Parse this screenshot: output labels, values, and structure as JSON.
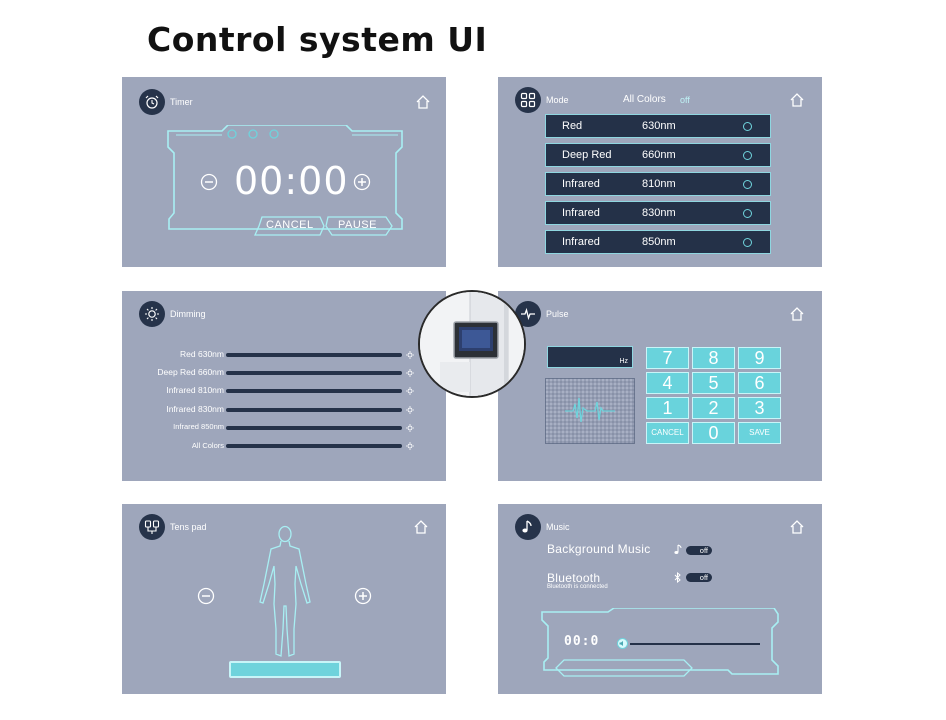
{
  "title": "Control system UI",
  "timer": {
    "label": "Timer",
    "time": "00:00",
    "cancel": "CANCEL",
    "pause": "PAUSE"
  },
  "mode": {
    "label": "Mode",
    "all_colors": "All Colors",
    "all_state": "off",
    "rows": [
      {
        "name": "Red",
        "wavelength": "630nm"
      },
      {
        "name": "Deep Red",
        "wavelength": "660nm"
      },
      {
        "name": "Infrared",
        "wavelength": "810nm"
      },
      {
        "name": "Infrared",
        "wavelength": "830nm"
      },
      {
        "name": "Infrared",
        "wavelength": "850nm"
      }
    ]
  },
  "dimming": {
    "label": "Dimming",
    "rows": [
      {
        "label": "Red 630nm"
      },
      {
        "label": "Deep Red 660nm"
      },
      {
        "label": "Infrared 810nm"
      },
      {
        "label": "Infrared 830nm"
      },
      {
        "label": "Infrared 850nm"
      },
      {
        "label": "All Colors"
      }
    ]
  },
  "pulse": {
    "label": "Pulse",
    "unit": "Hz",
    "keys": [
      "7",
      "8",
      "9",
      "4",
      "5",
      "6",
      "1",
      "2",
      "3"
    ],
    "cancel": "CANCEL",
    "zero": "0",
    "save": "SAVE"
  },
  "tens": {
    "label": "Tens pad"
  },
  "music": {
    "label": "Music",
    "background_music": "Background Music",
    "bgm_state": "off",
    "bluetooth": "Bluetooth",
    "bt_state": "off",
    "bt_status": "Bluetooth is connected",
    "time": "00:0"
  }
}
